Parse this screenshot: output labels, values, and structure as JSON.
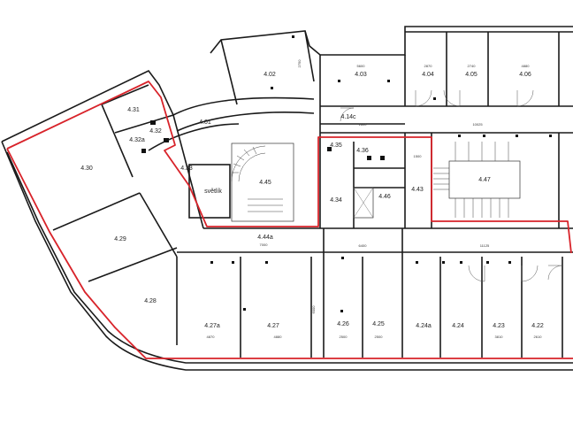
{
  "rooms": {
    "r4_02": "4.02",
    "r4_03": "4.03",
    "r4_04": "4.04",
    "r4_05": "4.05",
    "r4_06": "4.06",
    "r4_01": "4.01",
    "r4_14c": "4.14c",
    "r4_31": "4.31",
    "r4_32": "4.32",
    "r4_32a": "4.32a",
    "r4_30": "4.30",
    "r4_33": "4.33",
    "r4_svetlik": "světlík",
    "r4_45": "4.45",
    "r4_35": "4.35",
    "r4_36": "4.36",
    "r4_34": "4.34",
    "r4_46": "4.46",
    "r4_43": "4.43",
    "r4_47": "4.47",
    "r4_29": "4.29",
    "r4_44a": "4.44a",
    "r4_28": "4.28",
    "r4_27a": "4.27a",
    "r4_27": "4.27",
    "r4_26": "4.26",
    "r4_25": "4.25",
    "r4_24a": "4.24a",
    "r4_24": "4.24",
    "r4_23": "4.23",
    "r4_22": "4.22"
  },
  "dims": {
    "d1": "5600",
    "d2": "2870",
    "d3": "2740",
    "d4": "4880",
    "d5": "1600",
    "d6": "10025",
    "d7": "7000",
    "d8": "6400",
    "d9": "11125",
    "d10": "4870",
    "d11": "4880",
    "d12": "2500",
    "d13": "2500",
    "d14": "3810",
    "d15": "2610",
    "d16": "1500",
    "d17": "6000",
    "d18": "2750"
  },
  "colors": {
    "highlight": "#d8232a",
    "walls": "#1a1a1a"
  }
}
